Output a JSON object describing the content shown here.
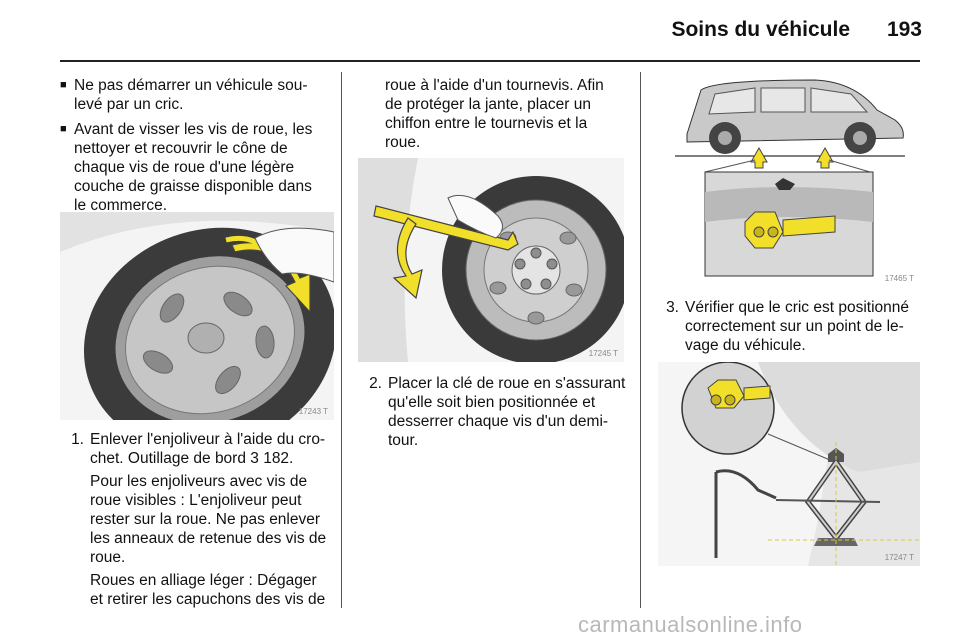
{
  "header": {
    "title": "Soins du véhicule",
    "page_number": "193"
  },
  "col1": {
    "bullets": [
      "Ne pas démarrer un véhicule sou-levé par un cric.",
      "Avant de visser les vis de roue, les nettoyer et recouvrir le cône de chaque vis de roue d'une légère couche de graisse disponible dans le commerce."
    ],
    "bullet_lines": [
      [
        "Ne pas démarrer un véhicule sou-",
        "levé par un cric."
      ],
      [
        "Avant de visser les vis de roue, les",
        "nettoyer et recouvrir le cône de",
        "chaque vis de roue d'une légère",
        "couche de graisse disponible dans",
        "le commerce."
      ]
    ],
    "figure_ref": "17243 T",
    "step1_number": "1.",
    "step1_lines": [
      "Enlever l'enjoliveur à l'aide du cro-",
      "chet. Outillage de bord 3 182."
    ],
    "para1_lines": [
      "Pour les enjoliveurs avec vis de",
      "roue visibles : L'enjoliveur peut",
      "rester sur la roue. Ne pas enlever",
      "les anneaux de retenue des vis de",
      "roue."
    ],
    "para2_lines": [
      "Roues en alliage léger : Dégager",
      "et retirer les capuchons des vis de"
    ]
  },
  "col2": {
    "top_lines": [
      "roue à l'aide d'un tournevis. Afin",
      "de protéger la jante, placer un",
      "chiffon entre le tournevis et la",
      "roue."
    ],
    "figure_ref": "17245 T",
    "step2_number": "2.",
    "step2_lines": [
      "Placer la clé de roue en s'assurant",
      "qu'elle soit bien positionnée et",
      "desserrer chaque vis d'un demi-",
      "tour."
    ]
  },
  "col3": {
    "figure_top_ref": "17465 T",
    "step3_number": "3.",
    "step3_lines": [
      "Vérifier que le cric est positionné",
      "correctement sur un point de le-",
      "vage du véhicule."
    ],
    "figure_bottom_ref": "17247 T"
  },
  "watermark": "carmanualsonline.info",
  "colors": {
    "jack_yellow": "#f2df2a",
    "car_grey": "#c9c9c9",
    "outline": "#333333"
  }
}
